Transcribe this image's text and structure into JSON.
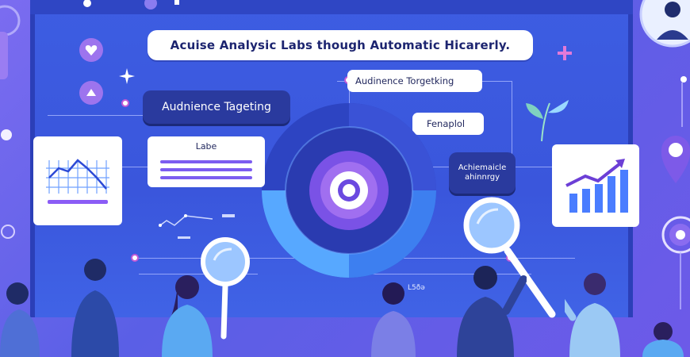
{
  "headline": "Acuise Analysic Labs though Automatic Hicarerly.",
  "tags": {
    "top_right": "Audinence Torgetking",
    "mid_right": "Fenaplol",
    "left_dark": "Audnience Tageting",
    "right_dark_line1": "Achiemaicle",
    "right_dark_line2": "ahinnrgy",
    "left_card_label": "Labe",
    "bottom_label": "L5ðə"
  },
  "colors": {
    "board": "#3a56dc",
    "accent_purple": "#8b5cf6",
    "ring_light": "#5fb3ff",
    "ring_dark": "#2d3fb3",
    "card": "#ffffff"
  },
  "icons": [
    "heart-icon",
    "play-icon",
    "sparkle-icon",
    "plus-icon",
    "leaf-icon",
    "person-icon",
    "magnifier-icon",
    "bar-chart-icon",
    "line-chart-icon",
    "location-pin-icon"
  ]
}
